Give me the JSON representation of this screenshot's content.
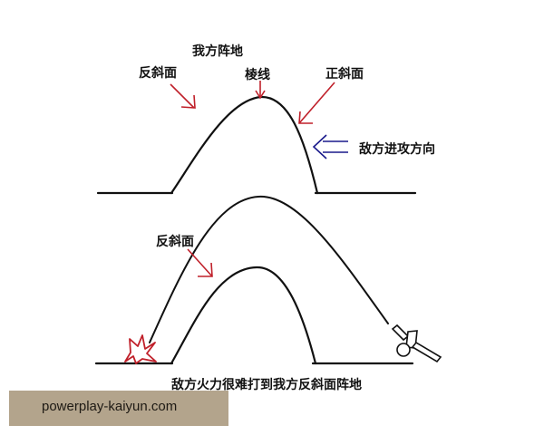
{
  "labels": {
    "our_position": "我方阵地",
    "reverse_slope_top": "反斜面",
    "ridge_line": "棱线",
    "forward_slope": "正斜面",
    "enemy_attack_direction": "敌方进攻方向",
    "reverse_slope_bottom": "反斜面",
    "caption": "敌方火力很难打到我方反斜面阵地"
  },
  "watermark": {
    "text": "powerplay-kaiyun.com",
    "bg": "#b3a48c"
  },
  "colors": {
    "line": "#111111",
    "annotation_arrow": "#c0202a",
    "attack_arrow": "#1a1a8c",
    "explosion": "#c0202a"
  },
  "icons": [
    "explosion-icon",
    "artillery-gun-icon"
  ]
}
